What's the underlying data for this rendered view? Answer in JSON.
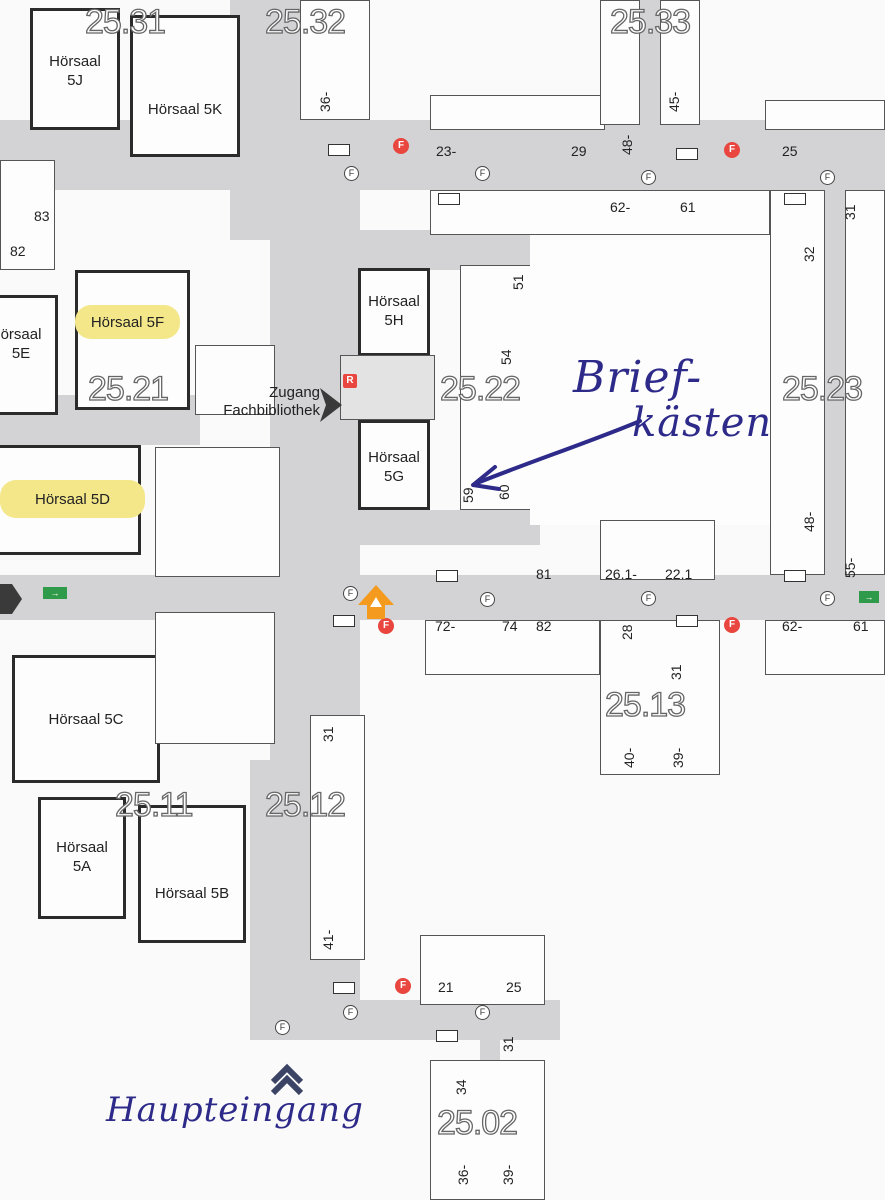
{
  "buildings": {
    "b2531": "25.31",
    "b2532": "25.32",
    "b2533": "25.33",
    "b2521": "25.21",
    "b2522": "25.22",
    "b2523": "25.23",
    "b2511": "25.11",
    "b2512": "25.12",
    "b2513": "25.13",
    "b2502": "25.02"
  },
  "halls": {
    "h5j": "Hörsaal\n5J",
    "h5k": "Hörsaal 5K",
    "h5f": "Hörsaal 5F",
    "h5e": "örsaal\n5E",
    "h5h": "Hörsaal\n5H",
    "h5g": "Hörsaal\n5G",
    "h5d": "Hörsaal 5D",
    "h5c": "Hörsaal 5C",
    "h5a": "Hörsaal\n5A",
    "h5b": "Hörsaal 5B"
  },
  "library": {
    "line1": "Zugang",
    "line2": "Fachbibliothek"
  },
  "room_numbers": {
    "r36a": "36-",
    "r23": "23-",
    "r29": "29",
    "r48a": "48-",
    "r45": "45-",
    "r25a": "25",
    "r83": "83",
    "r82": "82",
    "r62a": "62-",
    "r61a": "61",
    "r31a": "31",
    "r32": "32",
    "r51": "51",
    "r54": "54",
    "r59": "59",
    "r60": "60",
    "r81": "81",
    "r261": "26.1-",
    "r221": "22.1",
    "r48b": "48-",
    "r55": "55-",
    "r72": "72-",
    "r74": "74",
    "r82b": "82",
    "r28": "28",
    "r31b": "31",
    "r62b": "62-",
    "r61b": "61",
    "r40": "40-",
    "r39a": "39-",
    "r31c": "31",
    "r41": "41-",
    "r21": "21",
    "r25b": "25",
    "r31d": "31",
    "r34": "34",
    "r36b": "36-",
    "r39b": "39-"
  },
  "annotations": {
    "mailbox_line1": "Brief-",
    "mailbox_line2": "kästen",
    "main_entrance": "Haupteingang"
  },
  "markers": {
    "f": "F",
    "r": "R"
  },
  "colors": {
    "highlight": "#f3e78a",
    "ink": "#2d2a8a",
    "corridor": "#d3d3d5",
    "exit": "#e8463e",
    "orange": "#f39a1f"
  }
}
